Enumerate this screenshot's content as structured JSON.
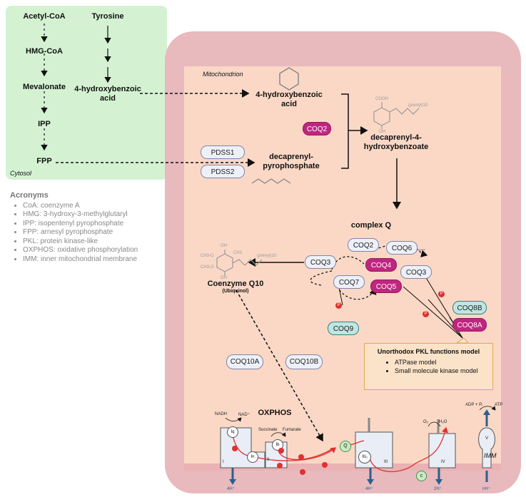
{
  "cytosol": {
    "label": "Cytosol",
    "left_pathway": [
      "Acetyl-CoA",
      "HMG-CoA",
      "Mevalonate",
      "IPP",
      "FPP"
    ],
    "tyrosine": "Tyrosine",
    "hba_line1": "4-hydroxybenzoic",
    "hba_line2": "acid"
  },
  "acronyms": {
    "title": "Acronyms",
    "items": [
      "CoA: coenzyme A",
      "HMG: 3-hydroxy-3-methylglutaryl",
      "IPP: isopentenyl pyrophosphate",
      "FPP: arnesyl pyrophosphate",
      "PKL: protein kinase-like",
      "OXPHOS: oxidative phosphorylation",
      "IMM: inner mitochondrial membrane"
    ]
  },
  "mito": {
    "label": "Mitochondrion",
    "hba_line1": "4-hydroxybenzoic",
    "hba_line2": "acid",
    "coq2": "COQ2",
    "pdss1": "PDSS1",
    "pdss2": "PDSS2",
    "dpp_line1": "decaprenyl-",
    "dpp_line2": "pyrophosphate",
    "dhb_line1": "decaprenyl-4-",
    "dhb_line2": "hydroxybenzoate",
    "dhb_cooh": "COOH",
    "dhb_oh": "OH",
    "dhb_prenyl": "(prenyl)10",
    "complex_q": "complex Q",
    "q_coq2": "COQ2",
    "q_coq6": "COQ6",
    "q_coq3_left": "COQ3",
    "q_coq4": "COQ4",
    "q_coq3_right": "COQ3",
    "q_coq7": "COQ7",
    "q_coq5": "COQ5",
    "coq8b": "COQ8B",
    "coq8a": "COQ8A",
    "coq9": "COQ9",
    "coq10_title": "Coenzyme Q10",
    "coq10_sub": "(Ubiquinol)",
    "cq10_oh1": "OH",
    "cq10_oh2": "OH",
    "cq10_ch3o1": "CH3-O",
    "cq10_ch3o2": "CH3-O",
    "cq10_ch3": "CH3",
    "cq10_prenyl": "(prenyl)10",
    "pkl_title": "Unorthodox PKL functions model",
    "pkl_items": [
      "ATPase model",
      "Small molecule kinase model"
    ],
    "coq10a": "COQ10A",
    "coq10b": "COQ10B",
    "p": "P"
  },
  "oxphos": {
    "title": "OXPHOS",
    "nadh": "NADH",
    "nad": "NAD⁺",
    "succinate": "Succinate",
    "fumarate": "Fumarate",
    "o2": "O₂",
    "h2o": "H₂O",
    "adp": "ADP + Pᵢ",
    "atp": "ATP",
    "complexes": [
      "I",
      "II",
      "III",
      "IV",
      "V"
    ],
    "iq": "Iq",
    "in": "In",
    "ib": "Ib",
    "iiio": "IIIₒ",
    "q": "Q",
    "c": "c",
    "h_labels": [
      "4H⁺",
      "4H⁺",
      "2H⁺",
      "nH⁺"
    ],
    "imm": "IMM"
  }
}
